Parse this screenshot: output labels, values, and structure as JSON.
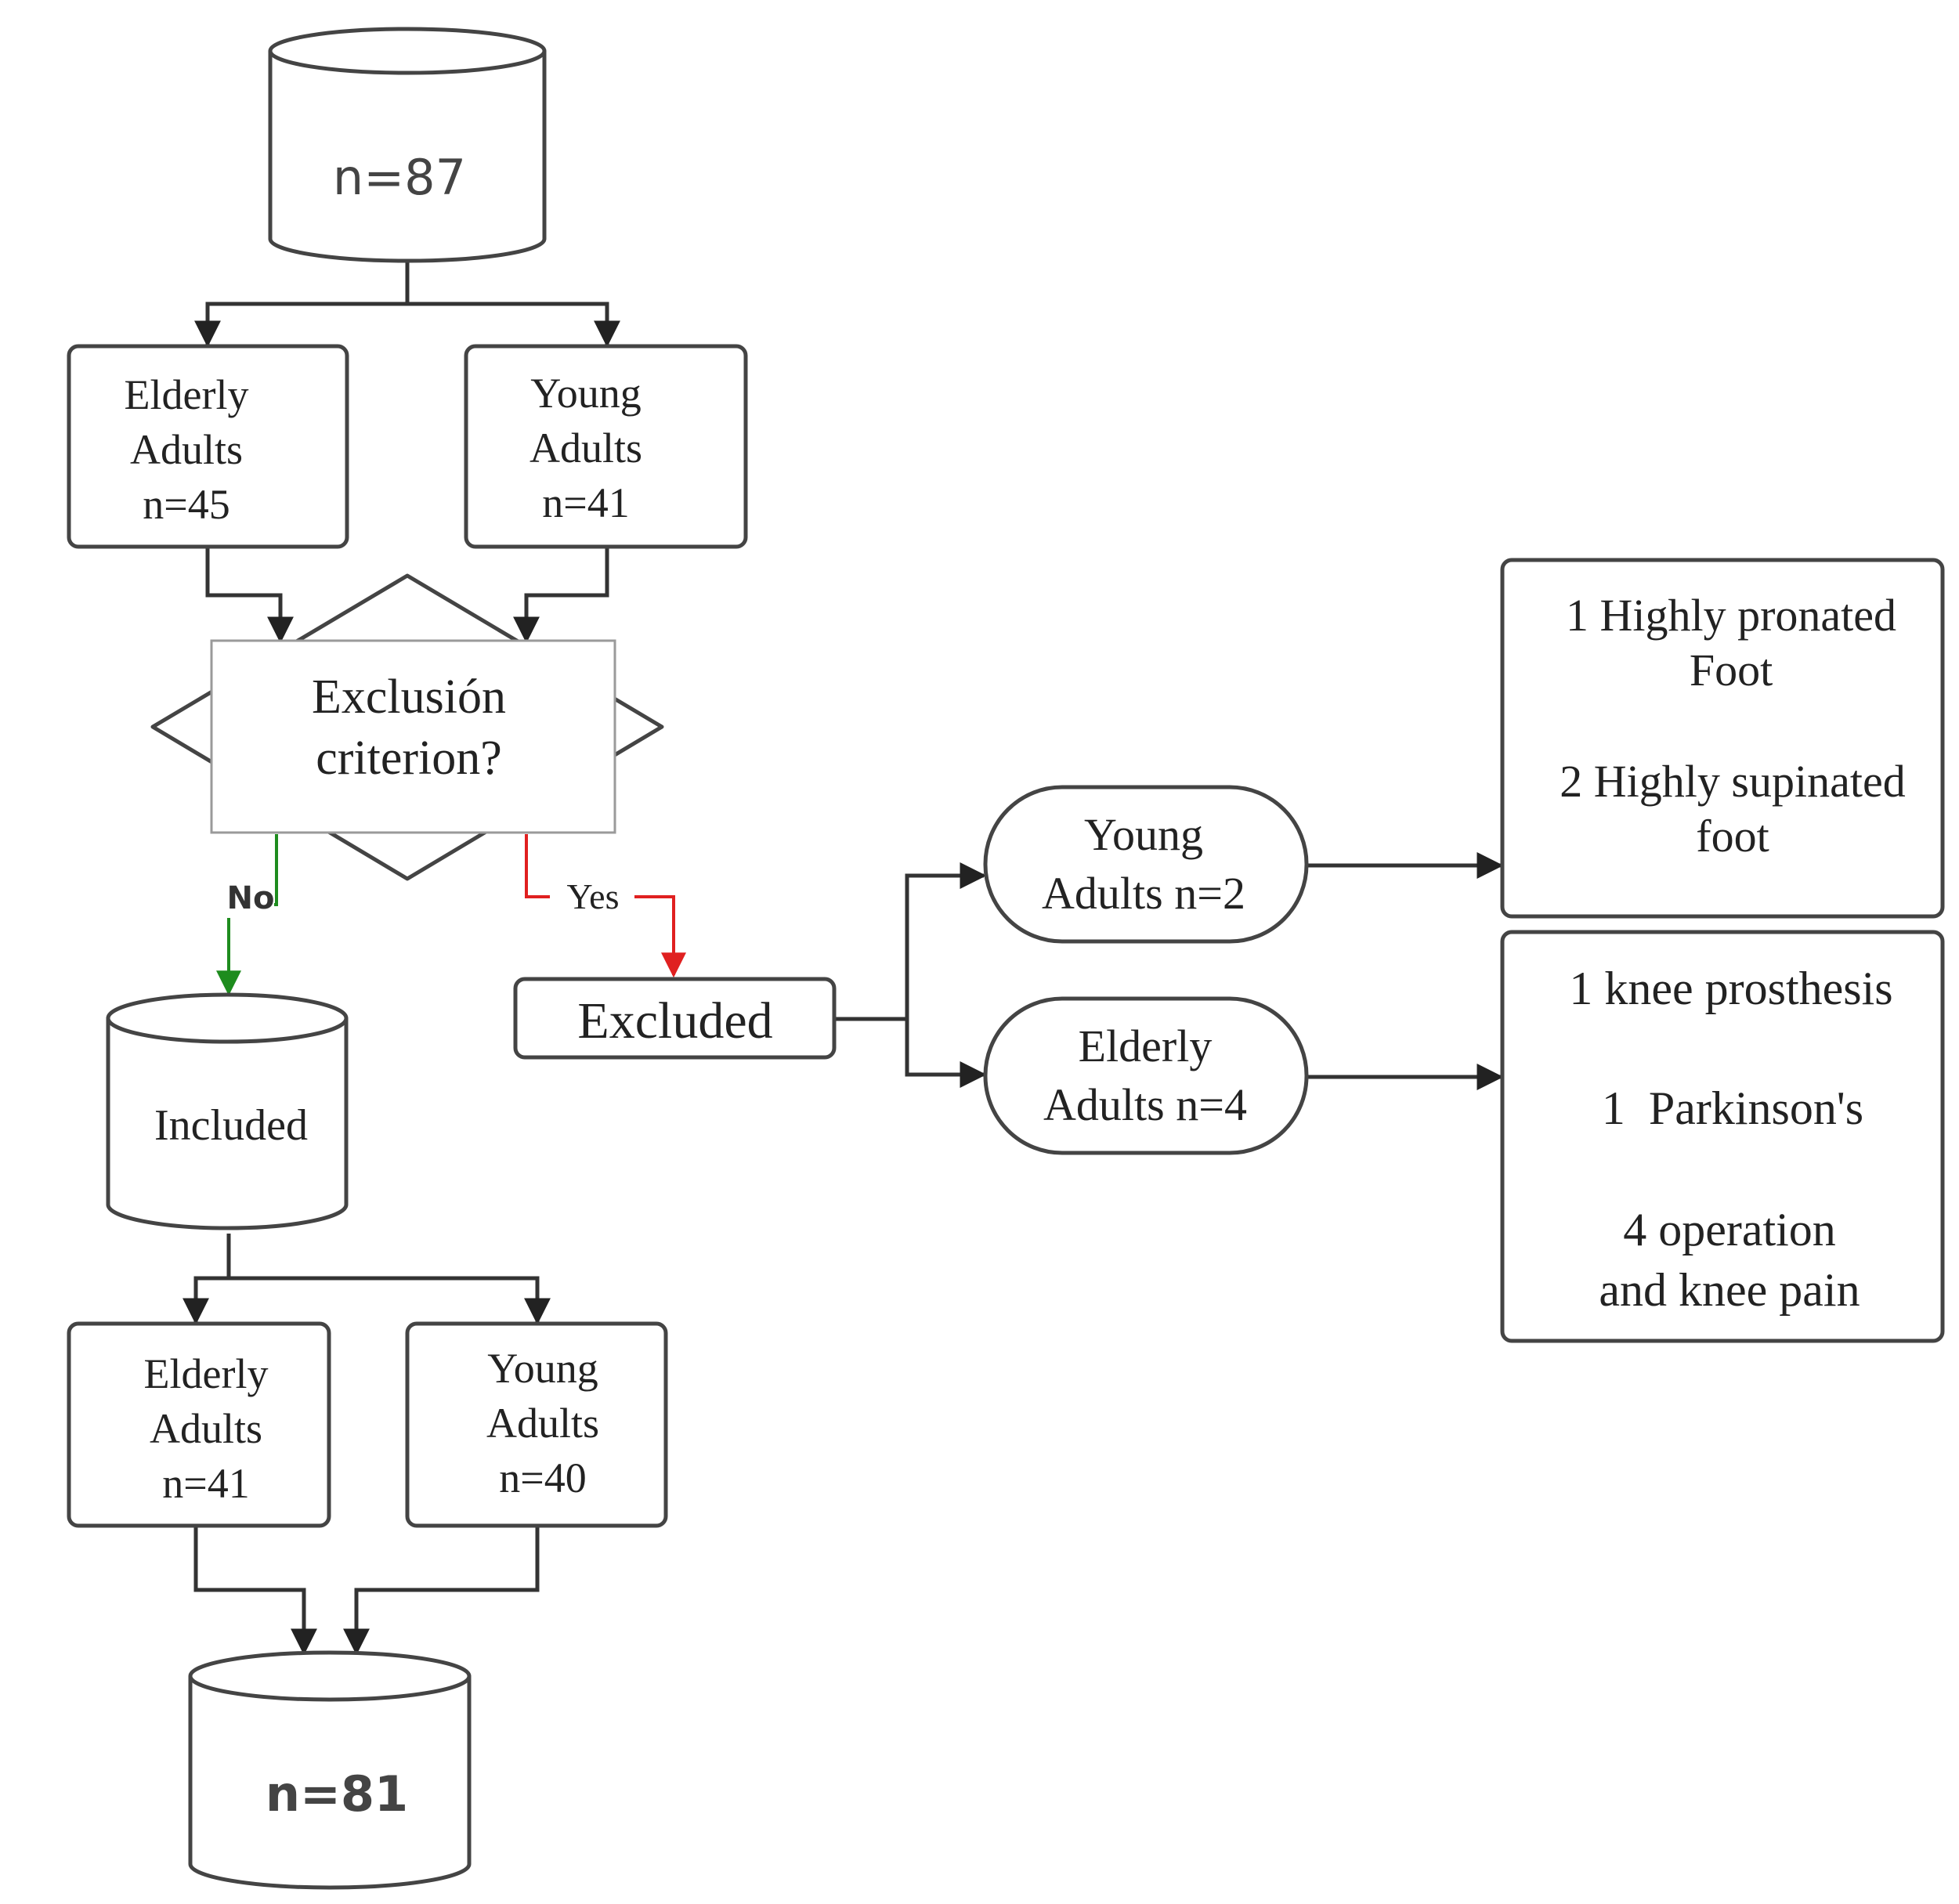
{
  "nodes": {
    "total": {
      "label": "n=87"
    },
    "elderly_initial": {
      "lines": [
        "Elderly",
        "Adults",
        "n=45"
      ]
    },
    "young_initial": {
      "lines": [
        "Young",
        "Adults",
        "n=41"
      ]
    },
    "decision": {
      "lines": [
        "Exclusión",
        "criterion?"
      ]
    },
    "included": {
      "label": "Included"
    },
    "excluded": {
      "label": "Excluded"
    },
    "young_excluded": {
      "lines": [
        "Young",
        "Adults n=2"
      ]
    },
    "elderly_excluded": {
      "lines": [
        "Elderly",
        "Adults n=4"
      ]
    },
    "young_reasons": {
      "lines": [
        "1 Highly pronated",
        "Foot",
        "2 Highly supinated",
        "foot"
      ]
    },
    "elderly_reasons": {
      "lines": [
        "1 knee prosthesis",
        "1  Parkinson's",
        "4 operation",
        "and knee pain"
      ]
    },
    "elderly_final": {
      "lines": [
        "Elderly",
        "Adults",
        "n=41"
      ]
    },
    "young_final": {
      "lines": [
        "Young",
        "Adults",
        "n=40"
      ]
    },
    "final": {
      "label": "n=81"
    }
  },
  "edges": {
    "no_label": "No",
    "yes_label": "Yes"
  },
  "colors": {
    "no_branch": "#1e8c1e",
    "yes_branch": "#e02020",
    "line": "#333333",
    "stroke": "#444444"
  }
}
